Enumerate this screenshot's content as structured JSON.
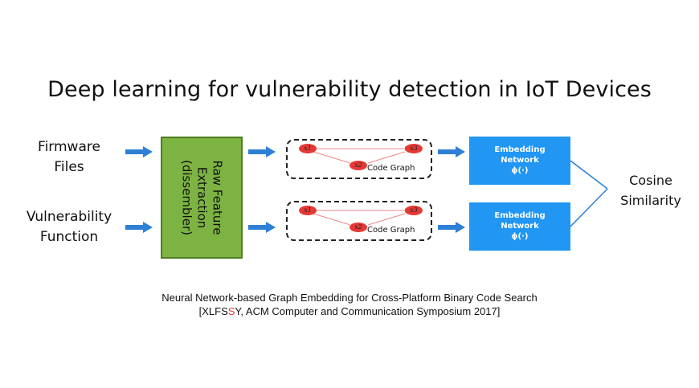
{
  "title": "Deep learning for vulnerability detection in IoT Devices",
  "inputs": {
    "firmware_line1": "Firmware",
    "firmware_line2": "Files",
    "vuln_line1": "Vulnerability",
    "vuln_line2": "Function"
  },
  "extraction": {
    "line1": "Raw Feature",
    "line2": "Extraction",
    "line3": "(dissembler)"
  },
  "code_graph": {
    "label": "Code Graph",
    "nodes": [
      "x1",
      "x2",
      "x3"
    ]
  },
  "embedding": {
    "line1": "Embedding",
    "line2": "Network",
    "line3": "ϕ(·)"
  },
  "output": {
    "line1": "Cosine",
    "line2": "Similarity"
  },
  "caption": {
    "line1": "Neural Network-based Graph Embedding for Cross-Platform Binary Code Search",
    "line2_pre": "[XLFS",
    "line2_red": "S",
    "line2_post": "Y, ACM Computer and Communication Symposium 2017]"
  },
  "colors": {
    "arrow": "#2e7fd6",
    "extraction_box": "#7cb342",
    "embedding_box": "#2196f3",
    "node": "#e53935",
    "highlight": "#e53935"
  }
}
